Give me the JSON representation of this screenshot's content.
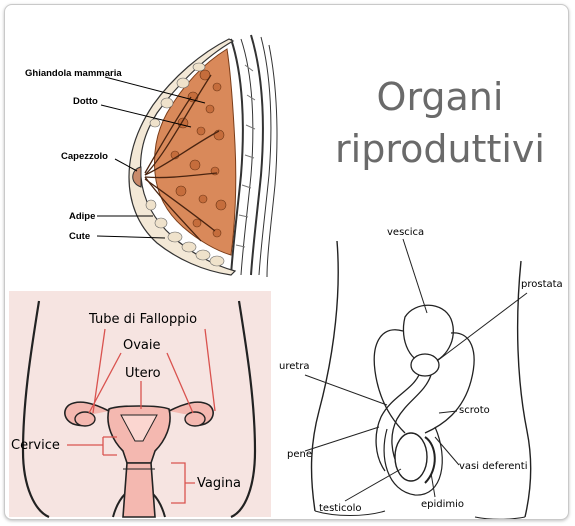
{
  "title": {
    "line1": "Organi",
    "line2": "riproduttivi"
  },
  "breast": {
    "labels": {
      "gland": "Ghiandola mammaria",
      "duct": "Dotto",
      "nipple": "Capezzolo",
      "fat": "Adipe",
      "skin": "Cute"
    }
  },
  "female": {
    "labels": {
      "tubes": "Tube di Falloppio",
      "ovaries": "Ovaie",
      "uterus": "Utero",
      "cervix": "Cervice",
      "vagina": "Vagina"
    },
    "colors": {
      "background": "#f6e4e1",
      "tissue": "#f4b8b0",
      "outline": "#222222",
      "leader": "#d9534f"
    }
  },
  "male": {
    "labels": {
      "bladder": "vescica",
      "prostate": "prostata",
      "urethra": "uretra",
      "scrotum": "scroto",
      "penis": "pene",
      "vas": "vasi deferenti",
      "testis": "testicolo",
      "epididymis": "epidimio"
    }
  }
}
